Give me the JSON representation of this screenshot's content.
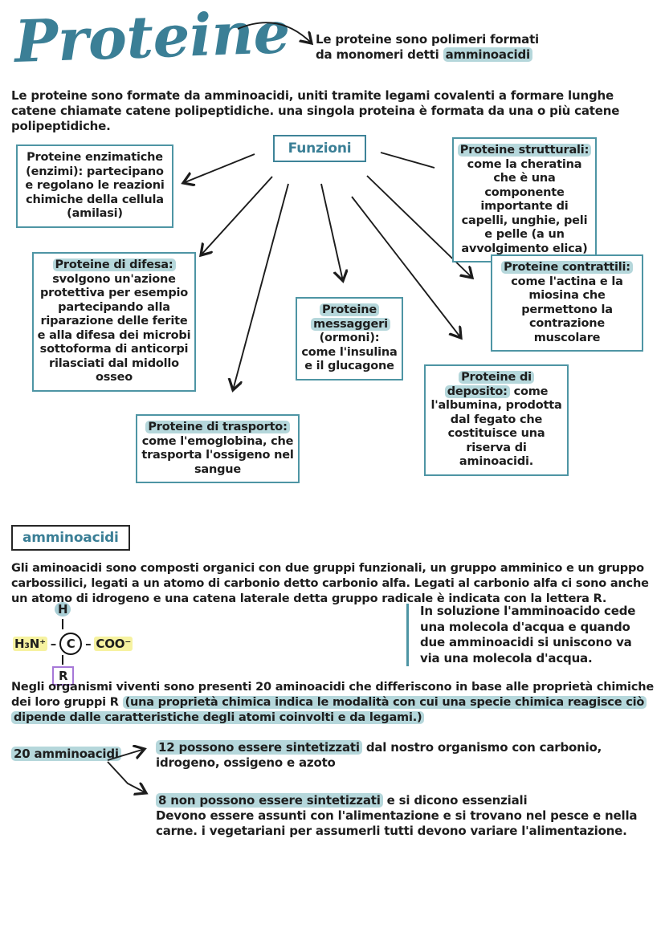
{
  "header": {
    "title": "Proteine",
    "def_line1": "Le proteine sono polimeri formati",
    "def_line2_pre": "da monomeri detti ",
    "def_line2_hl": "amminoacidi"
  },
  "intro": "Le proteine sono formate da amminoacidi, uniti tramite legami covalenti a formare lunghe catene chiamate catene polipeptidiche. una singola proteina è formata da una o più catene polipeptidiche.",
  "funzioni": {
    "label": "Funzioni",
    "boxes": {
      "enzimatiche": {
        "title": "Proteine enzimatiche",
        "body": "(enzimi): partecipano e regolano le reazioni chimiche della cellula (amilasi)"
      },
      "strutturali": {
        "title": "Proteine strutturali:",
        "body": "come la cheratina che è una componente importante di capelli, unghie, peli e pelle (a un avvolgimento elica)"
      },
      "difesa": {
        "title": "Proteine di difesa:",
        "body": "svolgono un'azione protettiva per esempio partecipando alla riparazione delle ferite e alla difesa dei microbi sottoforma di anticorpi rilasciati dal midollo osseo"
      },
      "contrattili": {
        "title": "Proteine contrattili:",
        "body": "come l'actina e la miosina che permettono la contrazione muscolare"
      },
      "messaggeri": {
        "title": "Proteine messaggeri",
        "body": "(ormoni): come l'insulina e il glucagone"
      },
      "deposito": {
        "title": "Proteine di deposito:",
        "body": "come l'albumina, prodotta dal fegato che costituisce una riserva di aminoacidi."
      },
      "trasporto": {
        "title": "Proteine di trasporto:",
        "body": "come l'emoglobina, che trasporta l'ossigeno nel sangue"
      }
    }
  },
  "amminoacidi": {
    "header": "amminoacidi",
    "paragraph": "Gli aminoacidi sono composti organici con due gruppi funzionali, un gruppo amminico e un gruppo carbossilici, legati a un atomo di carbonio detto carbonio alfa. Legati al carbonio alfa ci sono anche un atomo di idrogeno e una catena laterale detta gruppo radicale è indicata con la lettera R.",
    "structure": {
      "hydrogen": "H",
      "amine": "H₃N⁺",
      "bond": "–",
      "carbon": "C",
      "carboxyl": "COO⁻",
      "radical": "R"
    },
    "note": "In soluzione l'amminoacido cede una molecola d'acqua e quando due amminoacidi si uniscono va via una molecola d'acqua."
  },
  "proprieta": {
    "pre": "Negli organismi viventi sono presenti 20 aminoacidi che differiscono in base alle proprietà chimiche dei loro gruppi R ",
    "highlight": "(una proprietà chimica indica le modalità con cui una specie chimica reagisce ciò dipende dalle caratteristiche degli atomi coinvolti e da legami.)"
  },
  "venti": {
    "label": "20 amminoacidi",
    "branch1_hl": "12 possono essere sintetizzati",
    "branch1_rest": " dal nostro organismo con carbonio, idrogeno, ossigeno e azoto",
    "branch2_hl": "8 non possono essere sintetizzati",
    "branch2_rest": " e si dicono essenziali",
    "branch2_line2": "Devono essere assunti con l'alimentazione e si trovano nel pesce e nella carne. i vegetariani per assumerli tutti devono variare l'alimentazione."
  }
}
